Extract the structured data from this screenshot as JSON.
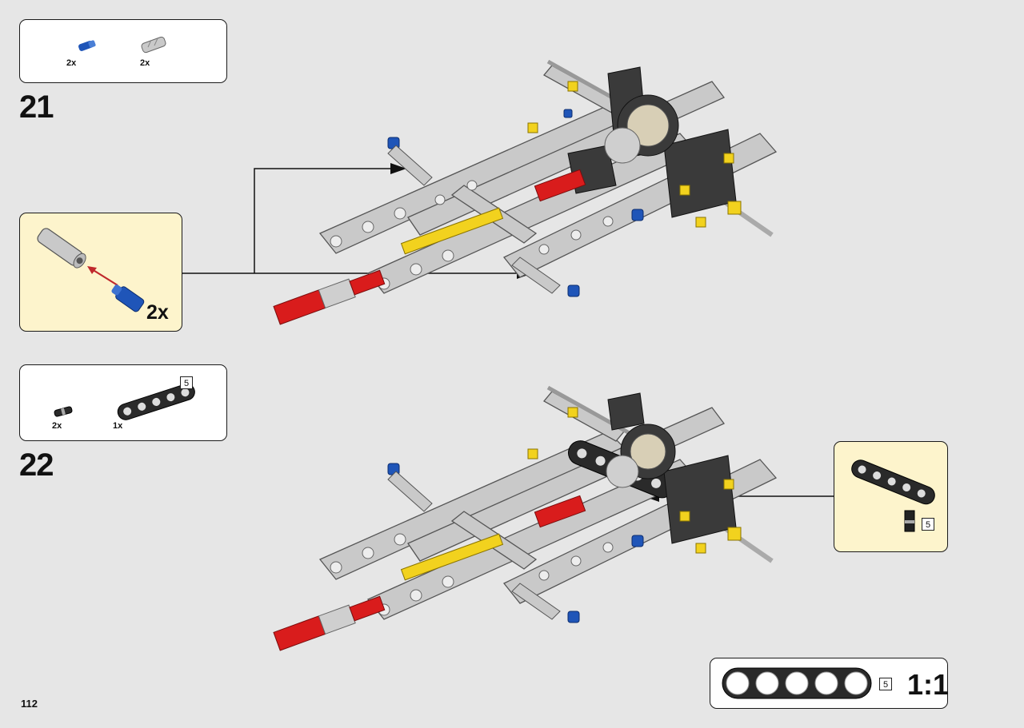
{
  "page_number": "112",
  "steps": [
    {
      "number": "21",
      "parts": [
        {
          "icon": "blue-axle-pin-icon",
          "qty": "2x"
        },
        {
          "icon": "gray-pin-connector-icon",
          "qty": "2x"
        }
      ],
      "subassembly": {
        "qty": "2x"
      }
    },
    {
      "number": "22",
      "parts": [
        {
          "icon": "black-pin-icon",
          "qty": "2x"
        },
        {
          "icon": "black-beam-5-icon",
          "qty": "1x",
          "length": "5"
        }
      ],
      "callout": {
        "length": "5"
      }
    }
  ],
  "scale_ruler": {
    "length": "5",
    "ratio": "1:1"
  },
  "colors": {
    "background": "#e6e6e6",
    "callout_bg": "#fdf4cc",
    "beam_gray": "#c9c9c9",
    "beam_dark": "#333333",
    "red": "#d91c1c",
    "yellow": "#f2d21e",
    "blue": "#1f55b8"
  }
}
